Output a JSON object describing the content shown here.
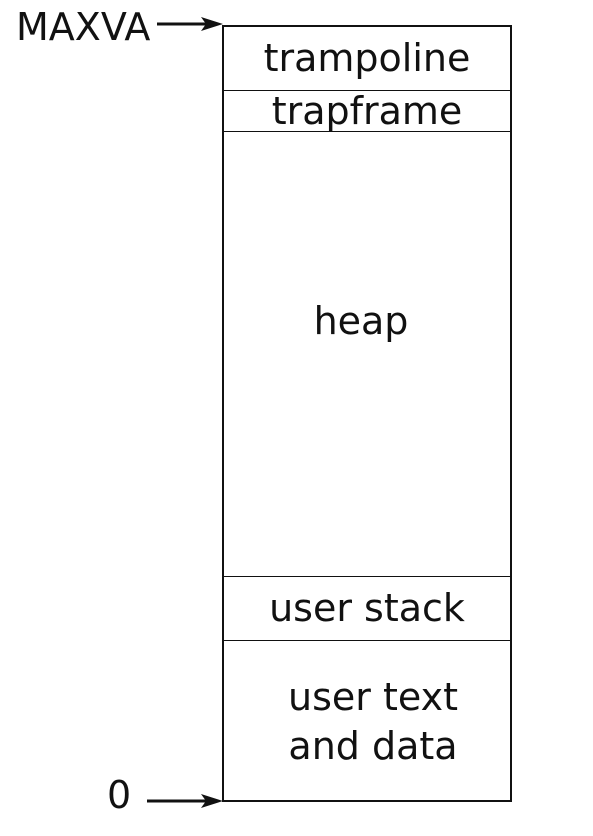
{
  "labels": {
    "top_address": "MAXVA",
    "bottom_address": "0"
  },
  "segments": [
    {
      "label": "trampoline"
    },
    {
      "label": "trapframe"
    },
    {
      "label": "heap"
    },
    {
      "label": "user stack"
    },
    {
      "label": "user text\nand data"
    }
  ],
  "colors": {
    "line": "#111111",
    "background": "#ffffff",
    "text": "#111111"
  }
}
